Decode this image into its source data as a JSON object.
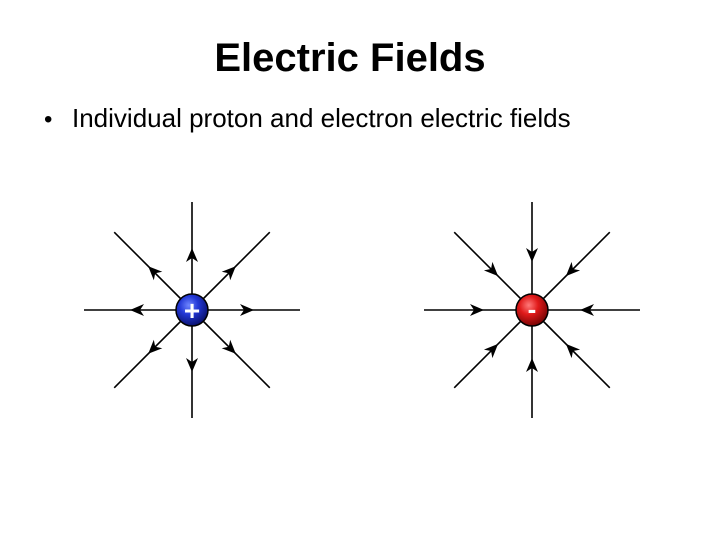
{
  "slide": {
    "title": "Electric Fields",
    "bullets": [
      {
        "marker": "•",
        "text": "Individual proton and electron electric fields"
      }
    ]
  },
  "charges": [
    {
      "sign": "+",
      "color": "#1a2fc9",
      "field_direction": "outward"
    },
    {
      "sign": "-",
      "color": "#d11a1a",
      "field_direction": "inward"
    }
  ]
}
